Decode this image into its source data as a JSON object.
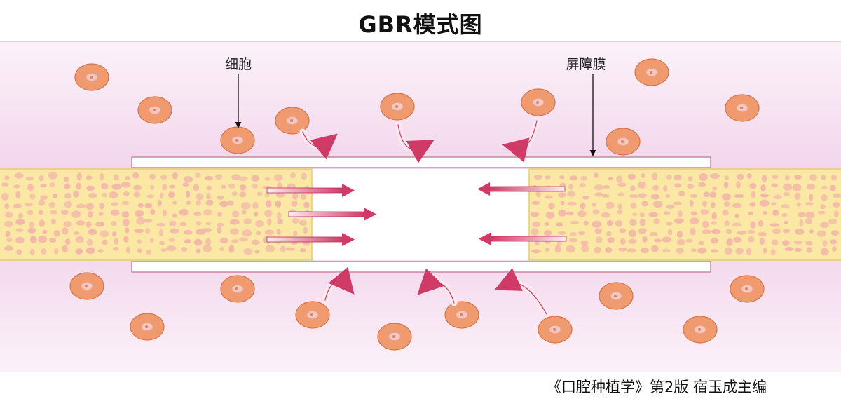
{
  "title": "GBR模式图",
  "labels": {
    "cell": "细胞",
    "membrane": "屏障膜"
  },
  "caption": "《口腔种植学》第2版 宿玉成主编",
  "colors": {
    "cell_fill": "#ef9a6f",
    "cell_stroke": "#d5764a",
    "nucleus": "#f6c7bf",
    "arrow": "#d03a67",
    "bone_yellow": "#fae8a4",
    "bone_granule": "#f3b7aa",
    "membrane_stroke": "#c9889d",
    "background_tint": "#f4d9ee"
  }
}
